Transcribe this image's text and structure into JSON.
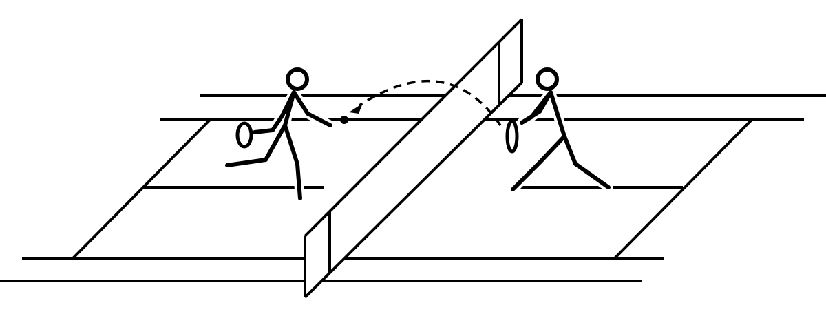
{
  "scene": {
    "line_color": "#000000",
    "background": "#ffffff",
    "elements": [
      "court",
      "net",
      "left-player",
      "right-player",
      "ball",
      "ball-trajectory"
    ]
  }
}
